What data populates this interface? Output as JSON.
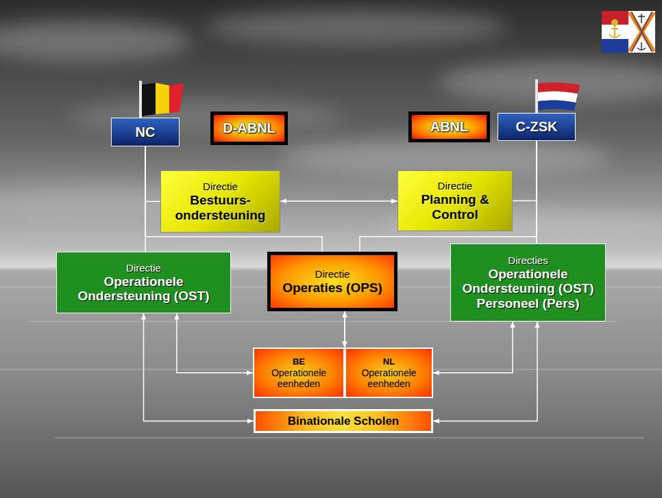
{
  "diagram": {
    "nodes": [
      {
        "text": [
          "NC"
        ]
      },
      {
        "text": [
          "D-ABNL"
        ]
      },
      {
        "text": [
          "ABNL"
        ]
      },
      {
        "text": [
          "C-ZSK"
        ]
      },
      {
        "text": [
          "Directie",
          "Bestuurs- ondersteuning"
        ]
      },
      {
        "text": [
          "Directie",
          "Planning & Control"
        ]
      },
      {
        "text": [
          "Directie",
          "Operationele Ondersteuning (OST)"
        ]
      },
      {
        "text": [
          "Directie",
          "Operaties (OPS)"
        ]
      },
      {
        "text": [
          "Directies",
          "Operationele Ondersteuning (OST) Personeel (Pers)"
        ]
      },
      {
        "text": [
          "BE",
          "Operationele eenheden"
        ]
      },
      {
        "text": [
          "NL",
          "Operationele eenheden"
        ]
      },
      {
        "text": [
          "Binationale Scholen"
        ]
      }
    ],
    "edges": [
      {
        "from": 0,
        "to": 4,
        "arrow": "none"
      },
      {
        "from": 0,
        "to": 7,
        "arrow": "none"
      },
      {
        "from": 0,
        "to": 6,
        "arrow": "none"
      },
      {
        "from": 3,
        "to": 5,
        "arrow": "none"
      },
      {
        "from": 3,
        "to": 7,
        "arrow": "none"
      },
      {
        "from": 3,
        "to": 8,
        "arrow": "none"
      },
      {
        "from": 4,
        "to": 5,
        "arrow": "both"
      },
      {
        "from": 7,
        "to": 9,
        "arrow": "both"
      },
      {
        "from": 7,
        "to": 10,
        "arrow": "both"
      },
      {
        "from": 6,
        "to": 9,
        "arrow": "both"
      },
      {
        "from": 8,
        "to": 10,
        "arrow": "both"
      },
      {
        "from": 6,
        "to": 11,
        "arrow": "both"
      },
      {
        "from": 8,
        "to": 11,
        "arrow": "both"
      }
    ]
  }
}
